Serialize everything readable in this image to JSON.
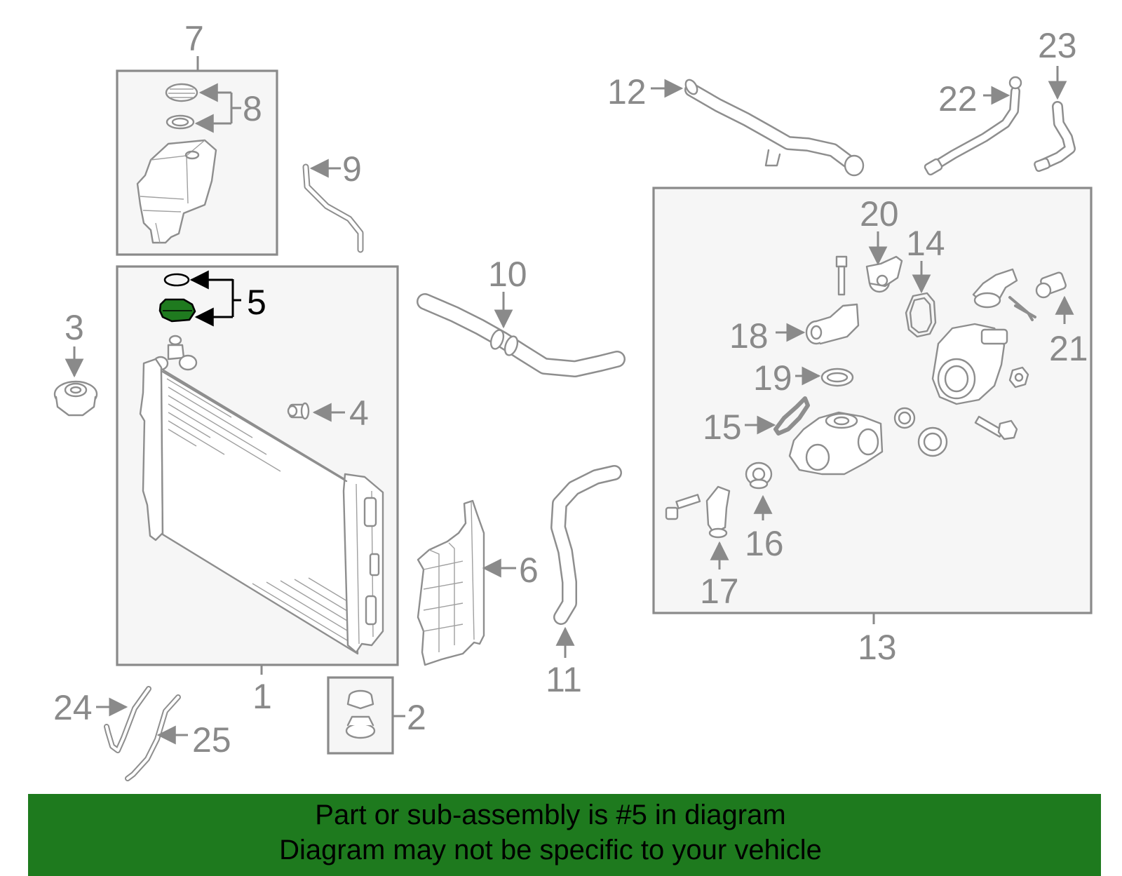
{
  "diagram": {
    "callouts": {
      "n1": "1",
      "n2": "2",
      "n3": "3",
      "n4": "4",
      "n5": "5",
      "n6": "6",
      "n7": "7",
      "n8": "8",
      "n9": "9",
      "n10": "10",
      "n11": "11",
      "n12": "12",
      "n13": "13",
      "n14": "14",
      "n15": "15",
      "n16": "16",
      "n17": "17",
      "n18": "18",
      "n19": "19",
      "n20": "20",
      "n21": "21",
      "n22": "22",
      "n23": "23",
      "n24": "24",
      "n25": "25"
    },
    "highlighted_part": "5",
    "highlight_color": "#1e7a1e"
  },
  "banner": {
    "line1": "Part or sub-assembly is #5 in diagram",
    "line2": "Diagram may not be specific to your vehicle",
    "background": "#1e7a1e"
  }
}
